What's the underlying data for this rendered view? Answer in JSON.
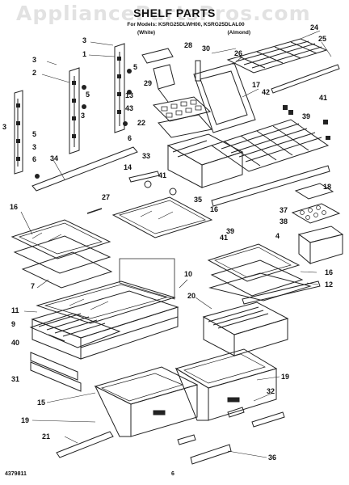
{
  "header": {
    "title": "SHELF PARTS",
    "subtitle": "For Models: KSRG25DLWH00, KSRG25DLAL00",
    "variants": [
      "(White)",
      "(Almond)"
    ],
    "watermark": "AppliancePartsPros.com"
  },
  "footer": {
    "part_number": "4379811",
    "page_number": "6"
  },
  "callouts": [
    "1",
    "2",
    "3",
    "4",
    "5",
    "6",
    "7",
    "9",
    "10",
    "11",
    "12",
    "13",
    "14",
    "15",
    "16",
    "17",
    "18",
    "19",
    "20",
    "21",
    "22",
    "24",
    "25",
    "26",
    "27",
    "28",
    "29",
    "30",
    "31",
    "32",
    "33",
    "34",
    "35",
    "36",
    "37",
    "38",
    "39",
    "40",
    "41",
    "42",
    "43"
  ],
  "parts": {
    "shelf_rail": "shelf-rail",
    "glass_shelf": "glass-shelf",
    "crisper_drawer": "crisper-drawer",
    "wire_shelf": "wire-shelf",
    "egg_tray": "egg-tray",
    "bin": "door-bin"
  }
}
